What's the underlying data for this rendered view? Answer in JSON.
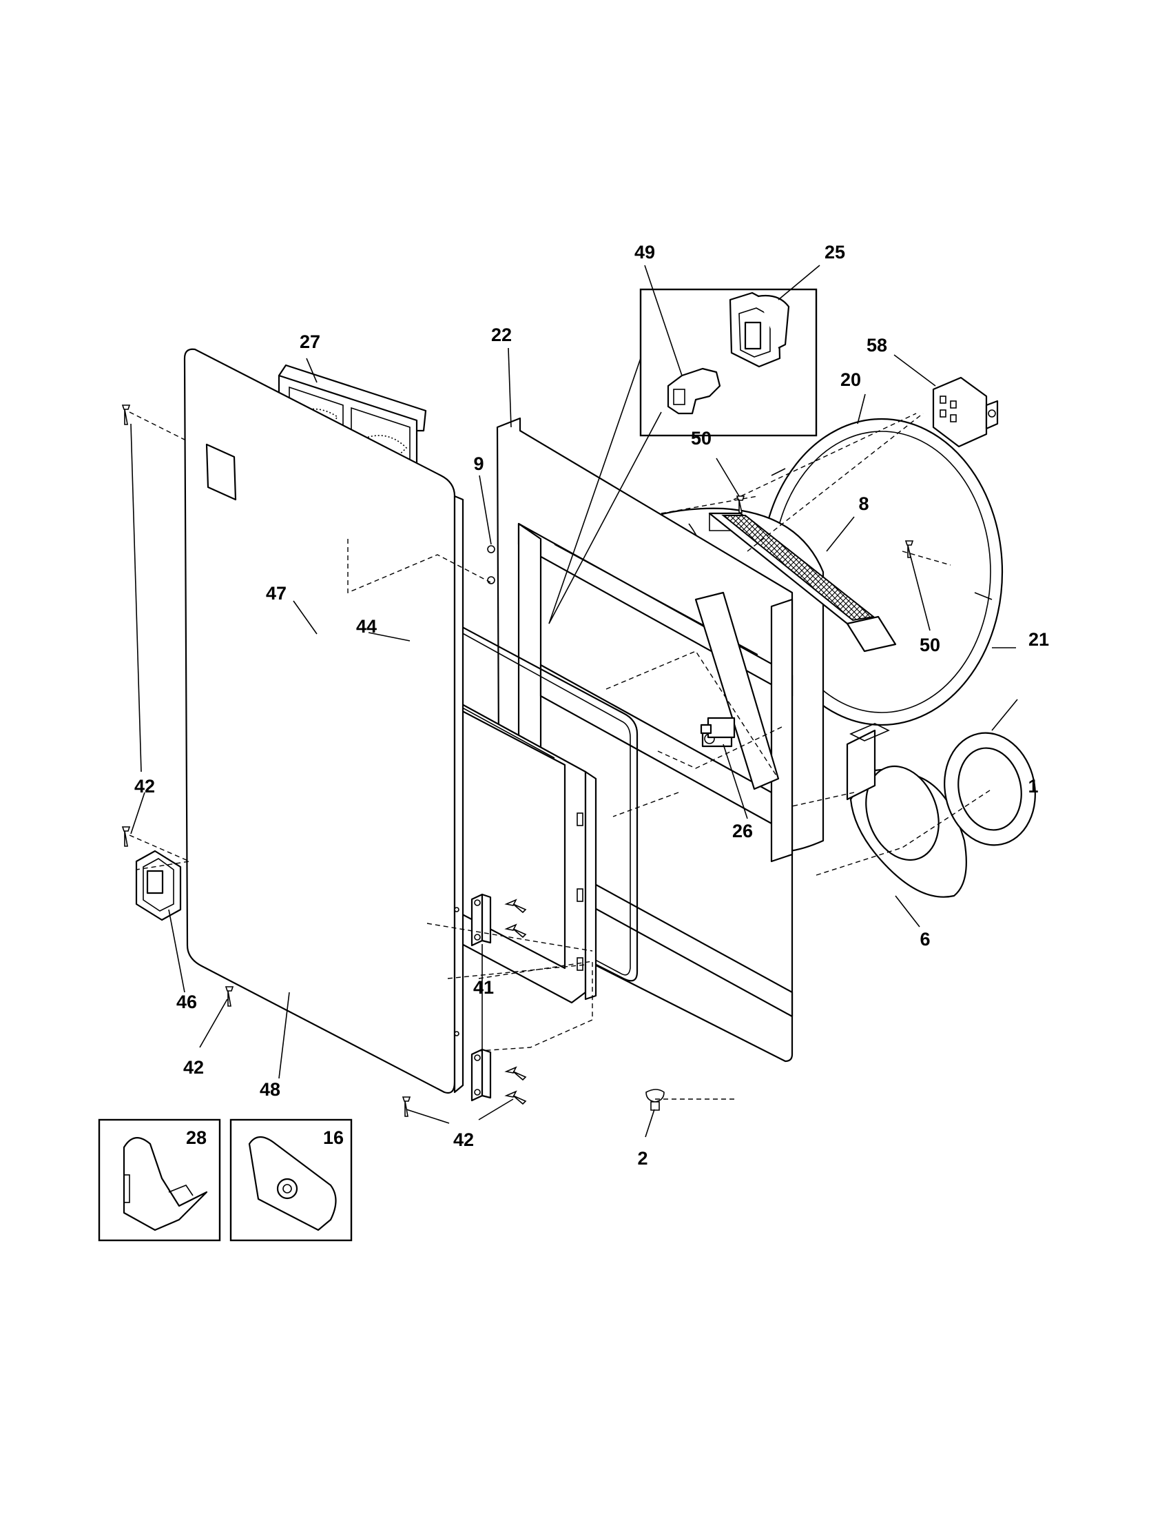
{
  "diagram": {
    "callouts": {
      "c1": "1",
      "c2": "2",
      "c6": "6",
      "c8": "8",
      "c9": "9",
      "c16": "16",
      "c20": "20",
      "c21": "21",
      "c22": "22",
      "c25": "25",
      "c26": "26",
      "c27": "27",
      "c28": "28",
      "c41": "41",
      "c42a": "42",
      "c42b": "42",
      "c42c": "42",
      "c44": "44",
      "c46": "46",
      "c47": "47",
      "c48": "48",
      "c49": "49",
      "c50a": "50",
      "c50b": "50",
      "c58": "58"
    }
  }
}
